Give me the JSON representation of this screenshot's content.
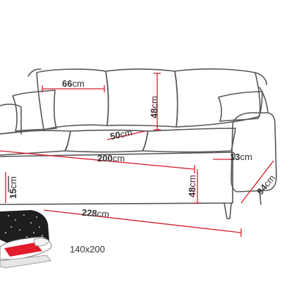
{
  "accent_color": "#d81b2a",
  "outline_color": "#555555",
  "dimensions": {
    "seat_back_width": {
      "value": "66",
      "unit": "cm"
    },
    "back_height": {
      "value": "48",
      "unit": "cm"
    },
    "seat_depth": {
      "value": "50",
      "unit": "cm"
    },
    "seat_width": {
      "value": "200",
      "unit": "cm"
    },
    "armrest_width": {
      "value": "13",
      "unit": "cm"
    },
    "leg_height": {
      "value": "15",
      "unit": "cm"
    },
    "seat_height": {
      "value": "48",
      "unit": "cm"
    },
    "depth": {
      "value": "94",
      "unit": "cm"
    },
    "total_width": {
      "value": "228",
      "unit": "cm"
    }
  },
  "bed_size": "140x200",
  "icons": [
    "sofa-bed-illustration",
    "storage-box-icon",
    "pillow-icon"
  ]
}
